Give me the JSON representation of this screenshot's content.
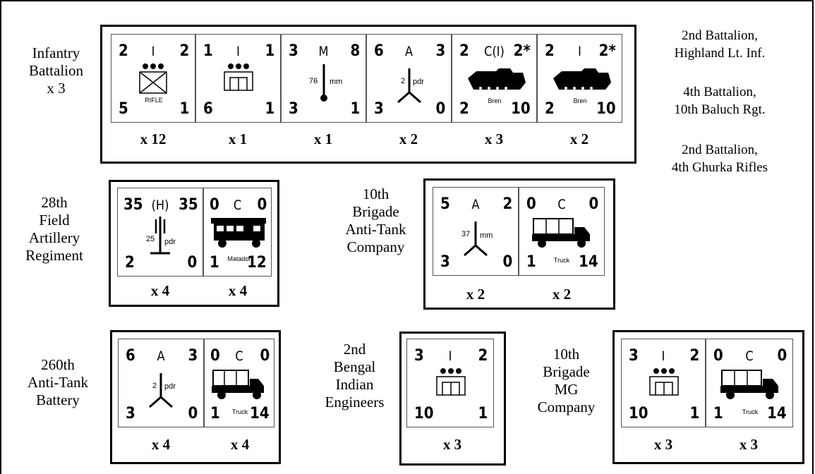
{
  "labels": {
    "infantry": "Infantry\nBattalion\nx 3",
    "battalions": [
      "2nd Battalion,\nHighland Lt. Inf.",
      "4th Battalion,\n10th Baluch Rgt.",
      "2nd Battalion,\n4th Ghurka Rifles"
    ],
    "artillery": "28th\nField\nArtillery\nRegiment",
    "antitank_company": "10th\nBrigade\nAnti-Tank\nCompany",
    "antitank_battery": "260th\nAnti-Tank\nBattery",
    "engineers": "2nd\nBengal\nIndian\nEngineers",
    "mg_company": "10th\nBrigade\nMG\nCompany"
  },
  "counters": {
    "rifle": {
      "tl": "2",
      "type": "I",
      "tr": "2",
      "bl": "5",
      "br": "1",
      "caption": "RIFLE",
      "count": "x 12"
    },
    "hq": {
      "tl": "1",
      "type": "I",
      "tr": "1",
      "bl": "6",
      "br": "1",
      "count": "x 1"
    },
    "mortar": {
      "tl": "3",
      "type": "M",
      "tr": "8",
      "bl": "3",
      "br": "1",
      "cal": "76",
      "unit": "mm",
      "count": "x 1"
    },
    "atgun_inf": {
      "tl": "6",
      "type": "A",
      "tr": "3",
      "bl": "3",
      "br": "0",
      "cal": "2",
      "unit": "pdr",
      "count": "x 2"
    },
    "bren1": {
      "tl": "2",
      "type": "C(I)",
      "tr": "2*",
      "bl": "2",
      "br": "10",
      "caption": "Bren",
      "count": "x 3"
    },
    "bren2": {
      "tl": "2",
      "type": "I",
      "tr": "2*",
      "bl": "2",
      "br": "10",
      "caption": "Bren",
      "count": "x 2"
    },
    "gun25": {
      "tl": "35",
      "type": "(H)",
      "tr": "35",
      "bl": "2",
      "br": "0",
      "cal": "25",
      "unit": "pdr",
      "count": "x 4"
    },
    "matador": {
      "tl": "0",
      "type": "C",
      "tr": "0",
      "bl": "1",
      "br": "12",
      "caption": "Matador",
      "count": "x 4"
    },
    "at37": {
      "tl": "5",
      "type": "A",
      "tr": "2",
      "bl": "3",
      "br": "0",
      "cal": "37",
      "unit": "mm",
      "count": "x 2"
    },
    "truck_atc": {
      "tl": "0",
      "type": "C",
      "tr": "0",
      "bl": "1",
      "br": "14",
      "caption": "Truck",
      "count": "x 2"
    },
    "at2b": {
      "tl": "6",
      "type": "A",
      "tr": "3",
      "bl": "3",
      "br": "0",
      "cal": "2",
      "unit": "pdr",
      "count": "x 4"
    },
    "truck_atb": {
      "tl": "0",
      "type": "C",
      "tr": "0",
      "bl": "1",
      "br": "14",
      "caption": "Truck",
      "count": "x 4"
    },
    "eng": {
      "tl": "3",
      "type": "I",
      "tr": "2",
      "bl": "10",
      "br": "1",
      "count": "x 3"
    },
    "mg": {
      "tl": "3",
      "type": "I",
      "tr": "2",
      "bl": "10",
      "br": "1",
      "count": "x 3"
    },
    "truck_mg": {
      "tl": "0",
      "type": "C",
      "tr": "0",
      "bl": "1",
      "br": "14",
      "caption": "Truck",
      "count": "x 3"
    }
  }
}
